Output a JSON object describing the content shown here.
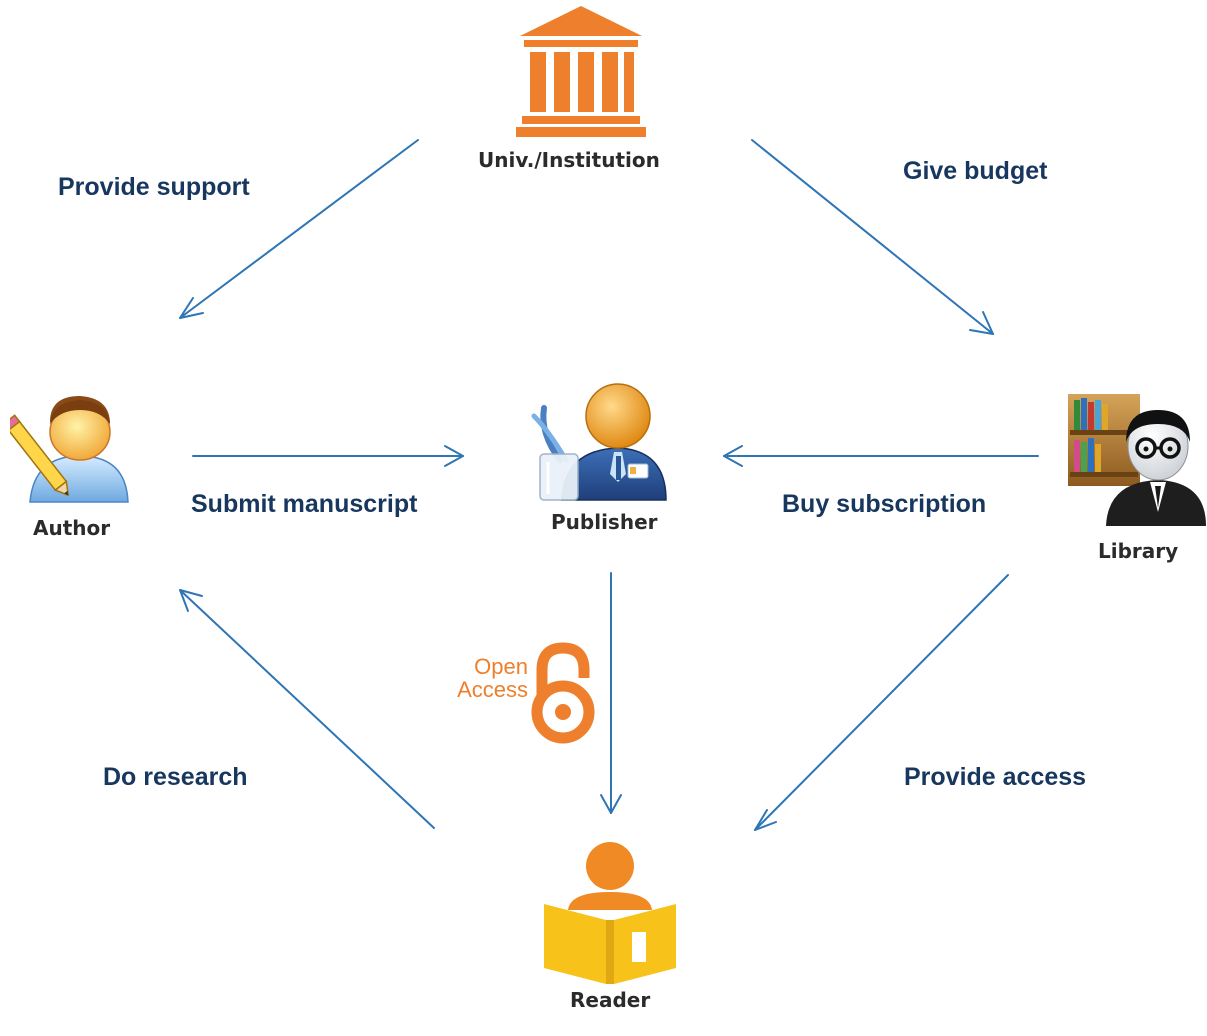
{
  "nodes": {
    "institution": {
      "label": "Univ./Institution",
      "icon": "institution-building-icon"
    },
    "author": {
      "label": "Author",
      "icon": "author-with-pencil-icon"
    },
    "publisher": {
      "label": "Publisher",
      "icon": "publisher-with-pens-icon"
    },
    "library": {
      "label": "Library",
      "icon": "librarian-with-bookshelf-icon"
    },
    "reader": {
      "label": "Reader",
      "icon": "reader-with-book-icon"
    }
  },
  "edges": [
    {
      "from": "institution",
      "to": "author",
      "label": "Provide support"
    },
    {
      "from": "institution",
      "to": "library",
      "label": "Give budget"
    },
    {
      "from": "author",
      "to": "publisher",
      "label": "Submit manuscript"
    },
    {
      "from": "library",
      "to": "publisher",
      "label": "Buy subscription"
    },
    {
      "from": "library",
      "to": "reader",
      "label": "Provide access"
    },
    {
      "from": "reader",
      "to": "author",
      "label": "Do research"
    },
    {
      "from": "publisher",
      "to": "reader",
      "label": ""
    }
  ],
  "open_access": {
    "line1": "Open",
    "line2": "Access",
    "icon": "open-access-lock-icon"
  },
  "colors": {
    "arrow": "#2e75b6",
    "edge_label": "#17375e",
    "institution_orange": "#ee7f2d",
    "open_access_orange": "#ee7f2d",
    "reader_orange": "#f08a24",
    "reader_book_yellow": "#f7c21a"
  }
}
